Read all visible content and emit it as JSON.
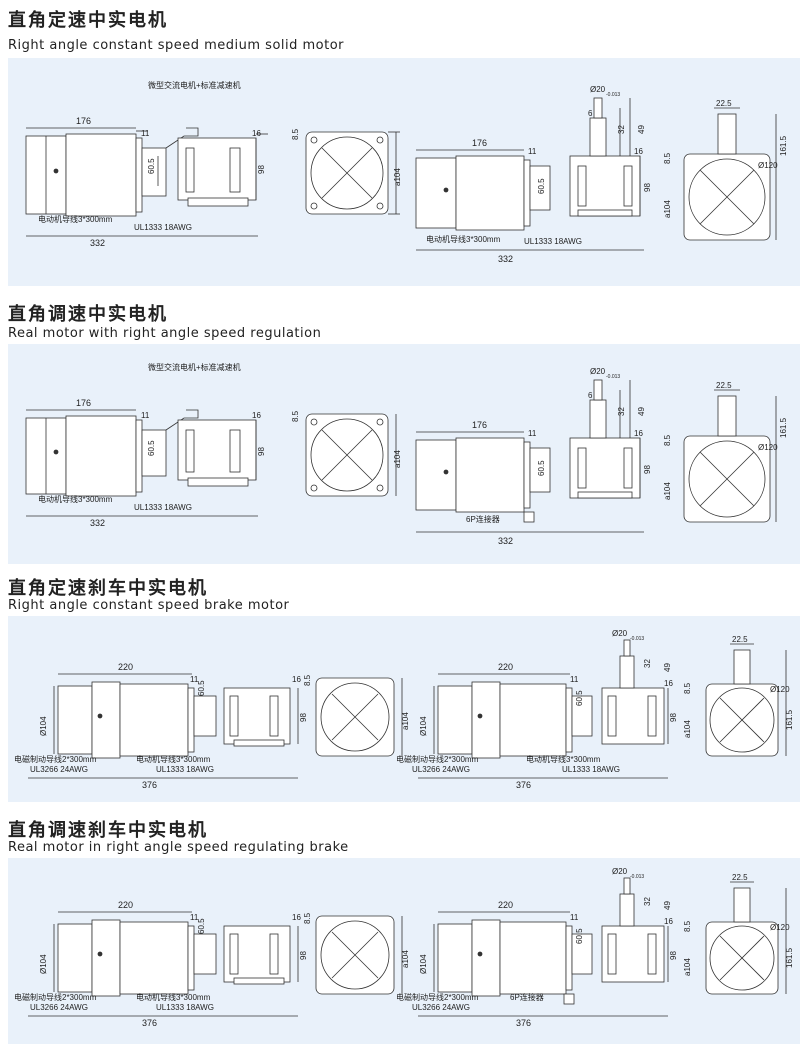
{
  "sections": [
    {
      "title_cn": "直角定速中实电机",
      "title_en": "Right angle constant speed medium solid motor",
      "caption": "微型交流电机+标准减速机",
      "left": {
        "len": "176",
        "h": "11",
        "g": "16",
        "s": "60.5",
        "d": "98",
        "lead": "电动机导线3*300mm",
        "wire": "UL1333  18AWG",
        "total": "332"
      },
      "end1": {
        "a": "8.5",
        "b": "a104"
      },
      "right": {
        "len": "176",
        "phi": "Ø20",
        "tol": "-0.013",
        "k": "6",
        "s1": "32",
        "s2": "49",
        "h": "11",
        "g": "16",
        "s": "60.5",
        "d": "98",
        "lead": "电动机导线3*300mm",
        "wire": "UL1333  18AWG",
        "total": "332"
      },
      "end2": {
        "top": "22.5",
        "a": "8.5",
        "b": "a104",
        "c": "Ø120",
        "d": "161.5"
      }
    },
    {
      "title_cn": "直角调速中实电机",
      "title_en": "Real motor with right angle speed regulation",
      "caption": "微型交流电机+标准减速机",
      "left": {
        "len": "176",
        "h": "11",
        "g": "16",
        "s": "60.5",
        "d": "98",
        "lead": "电动机导线3*300mm",
        "wire": "UL1333  18AWG",
        "total": "332"
      },
      "end1": {
        "a": "8.5",
        "b": "a104"
      },
      "right": {
        "len": "176",
        "phi": "Ø20",
        "tol": "-0.013",
        "k": "6",
        "s1": "32",
        "s2": "49",
        "h": "11",
        "g": "16",
        "s": "60.5",
        "d": "98",
        "conn": "6P连接器",
        "total": "332"
      },
      "end2": {
        "top": "22.5",
        "a": "8.5",
        "b": "a104",
        "c": "Ø120",
        "d": "161.5"
      }
    },
    {
      "title_cn": "直角定速刹车中实电机",
      "title_en": "Right angle constant speed brake motor",
      "left": {
        "len": "220",
        "dia": "Ø104",
        "h": "11",
        "g": "16",
        "s": "60.5",
        "d": "98",
        "brake": "电磁制动导线2*300mm",
        "bwire": "UL3266  24AWG",
        "lead": "电动机导线3*300mm",
        "wire": "UL1333  18AWG",
        "total": "376"
      },
      "end1": {
        "a": "8.5",
        "b": "a104"
      },
      "right": {
        "len": "220",
        "dia": "Ø104",
        "phi": "Ø20",
        "tol": "-0.013",
        "s1": "32",
        "s2": "49",
        "h": "11",
        "g": "16",
        "s": "60.5",
        "d": "98",
        "brake": "电磁制动导线2*300mm",
        "bwire": "UL3266  24AWG",
        "lead": "电动机导线3*300mm",
        "wire": "UL1333  18AWG",
        "total": "376"
      },
      "end2": {
        "top": "22.5",
        "a": "8.5",
        "b": "a104",
        "c": "Ø120",
        "d": "161.5"
      }
    },
    {
      "title_cn": "直角调速刹车中实电机",
      "title_en": "Real motor in right angle speed regulating brake",
      "left": {
        "len": "220",
        "dia": "Ø104",
        "h": "11",
        "g": "16",
        "s": "60.5",
        "d": "98",
        "brake": "电磁制动导线2*300mm",
        "bwire": "UL3266  24AWG",
        "lead": "电动机导线3*300mm",
        "wire": "UL1333  18AWG",
        "total": "376"
      },
      "end1": {
        "a": "8.5",
        "b": "a104"
      },
      "right": {
        "len": "220",
        "dia": "Ø104",
        "phi": "Ø20",
        "tol": "-0.013",
        "s1": "32",
        "s2": "49",
        "h": "11",
        "g": "16",
        "s": "60.5",
        "d": "98",
        "brake": "电磁制动导线2*300mm",
        "bwire": "UL3266  24AWG",
        "conn": "6P连接器",
        "total": "376"
      },
      "end2": {
        "top": "22.5",
        "a": "8.5",
        "b": "a104",
        "c": "Ø120",
        "d": "161.5"
      }
    }
  ]
}
